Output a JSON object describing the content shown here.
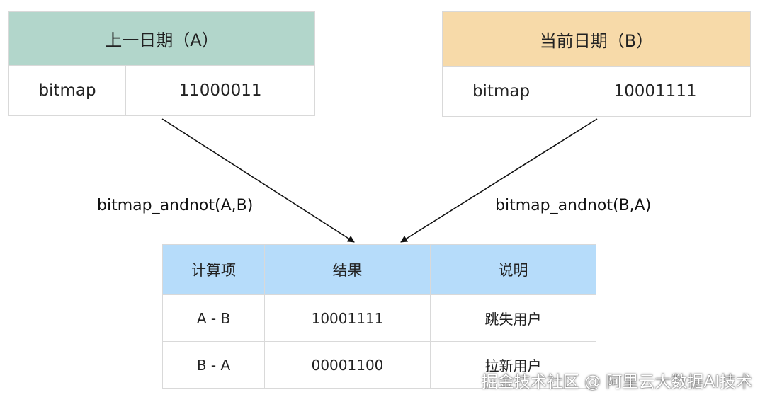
{
  "table_a": {
    "header": "上一日期（A）",
    "row_label": "bitmap",
    "row_value": "11000011"
  },
  "table_b": {
    "header": "当前日期（B）",
    "row_label": "bitmap",
    "row_value": "10001111"
  },
  "operations": {
    "left": "bitmap_andnot(A,B)",
    "right": "bitmap_andnot(B,A)"
  },
  "result_table": {
    "columns": [
      "计算项",
      "结果",
      "说明"
    ],
    "rows": [
      [
        "A - B",
        "10001111",
        "跳失用户"
      ],
      [
        "B - A",
        "00001100",
        "拉新用户"
      ]
    ]
  },
  "watermark": "掘金技术社区 @ 阿里云大数据AI技术",
  "colors": {
    "table_a_header": "#b2d6cb",
    "table_b_header": "#f7daa9",
    "result_header": "#b6dcfa",
    "border": "#d9d9d9"
  }
}
